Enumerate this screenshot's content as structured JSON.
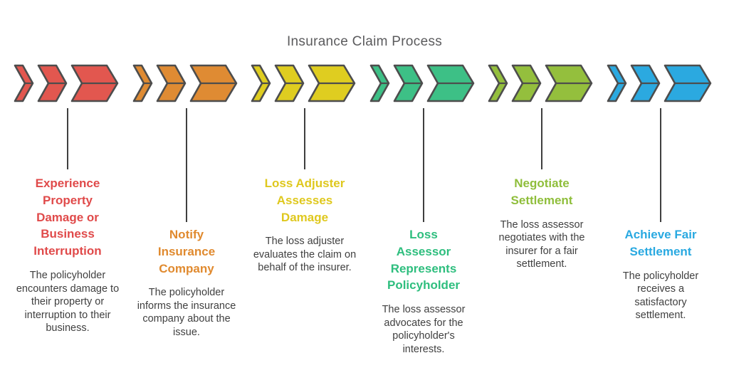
{
  "diagram": {
    "title": "Insurance Claim Process"
  },
  "colors": {
    "background": "#FFFFFF",
    "outline": "#4D4D4D",
    "connector_line": "#3F3F3F",
    "description_text": "#404040",
    "diagram_title_text": "#5B5B5D"
  },
  "steps": [
    {
      "id": "experience-property-damage",
      "title": "Experience Property Damage or Business Interruption",
      "description": "The policyholder encounters damage to their property or interruption to their business.",
      "arrow_color": "#E2574F",
      "title_color": "#E04A4A"
    },
    {
      "id": "notify-insurance-company",
      "title": "Notify Insurance Company",
      "description": "The policyholder informs the insurance company about the issue.",
      "arrow_color": "#DF8B33",
      "title_color": "#E08A2F"
    },
    {
      "id": "loss-adjuster-assesses-damage",
      "title": "Loss Adjuster Assesses Damage",
      "description": "The loss adjuster evaluates the claim on behalf of the insurer.",
      "arrow_color": "#DFCD20",
      "title_color": "#DFC81E"
    },
    {
      "id": "loss-assessor-represents-policyholder",
      "title": "Loss Assessor Represents Policyholder",
      "description": "The loss assessor advocates for the policyholder's interests.",
      "arrow_color": "#3DC086",
      "title_color": "#2EBE7E"
    },
    {
      "id": "negotiate-settlement",
      "title": "Negotiate Settlement",
      "description": "The loss assessor negotiates with the insurer for a fair settlement.",
      "arrow_color": "#94BF3D",
      "title_color": "#8FBE3B"
    },
    {
      "id": "achieve-fair-settlement",
      "title": "Achieve Fair Settlement",
      "description": "The policyholder receives a satisfactory settlement.",
      "arrow_color": "#2BA9E0",
      "title_color": "#29A9E1"
    }
  ]
}
